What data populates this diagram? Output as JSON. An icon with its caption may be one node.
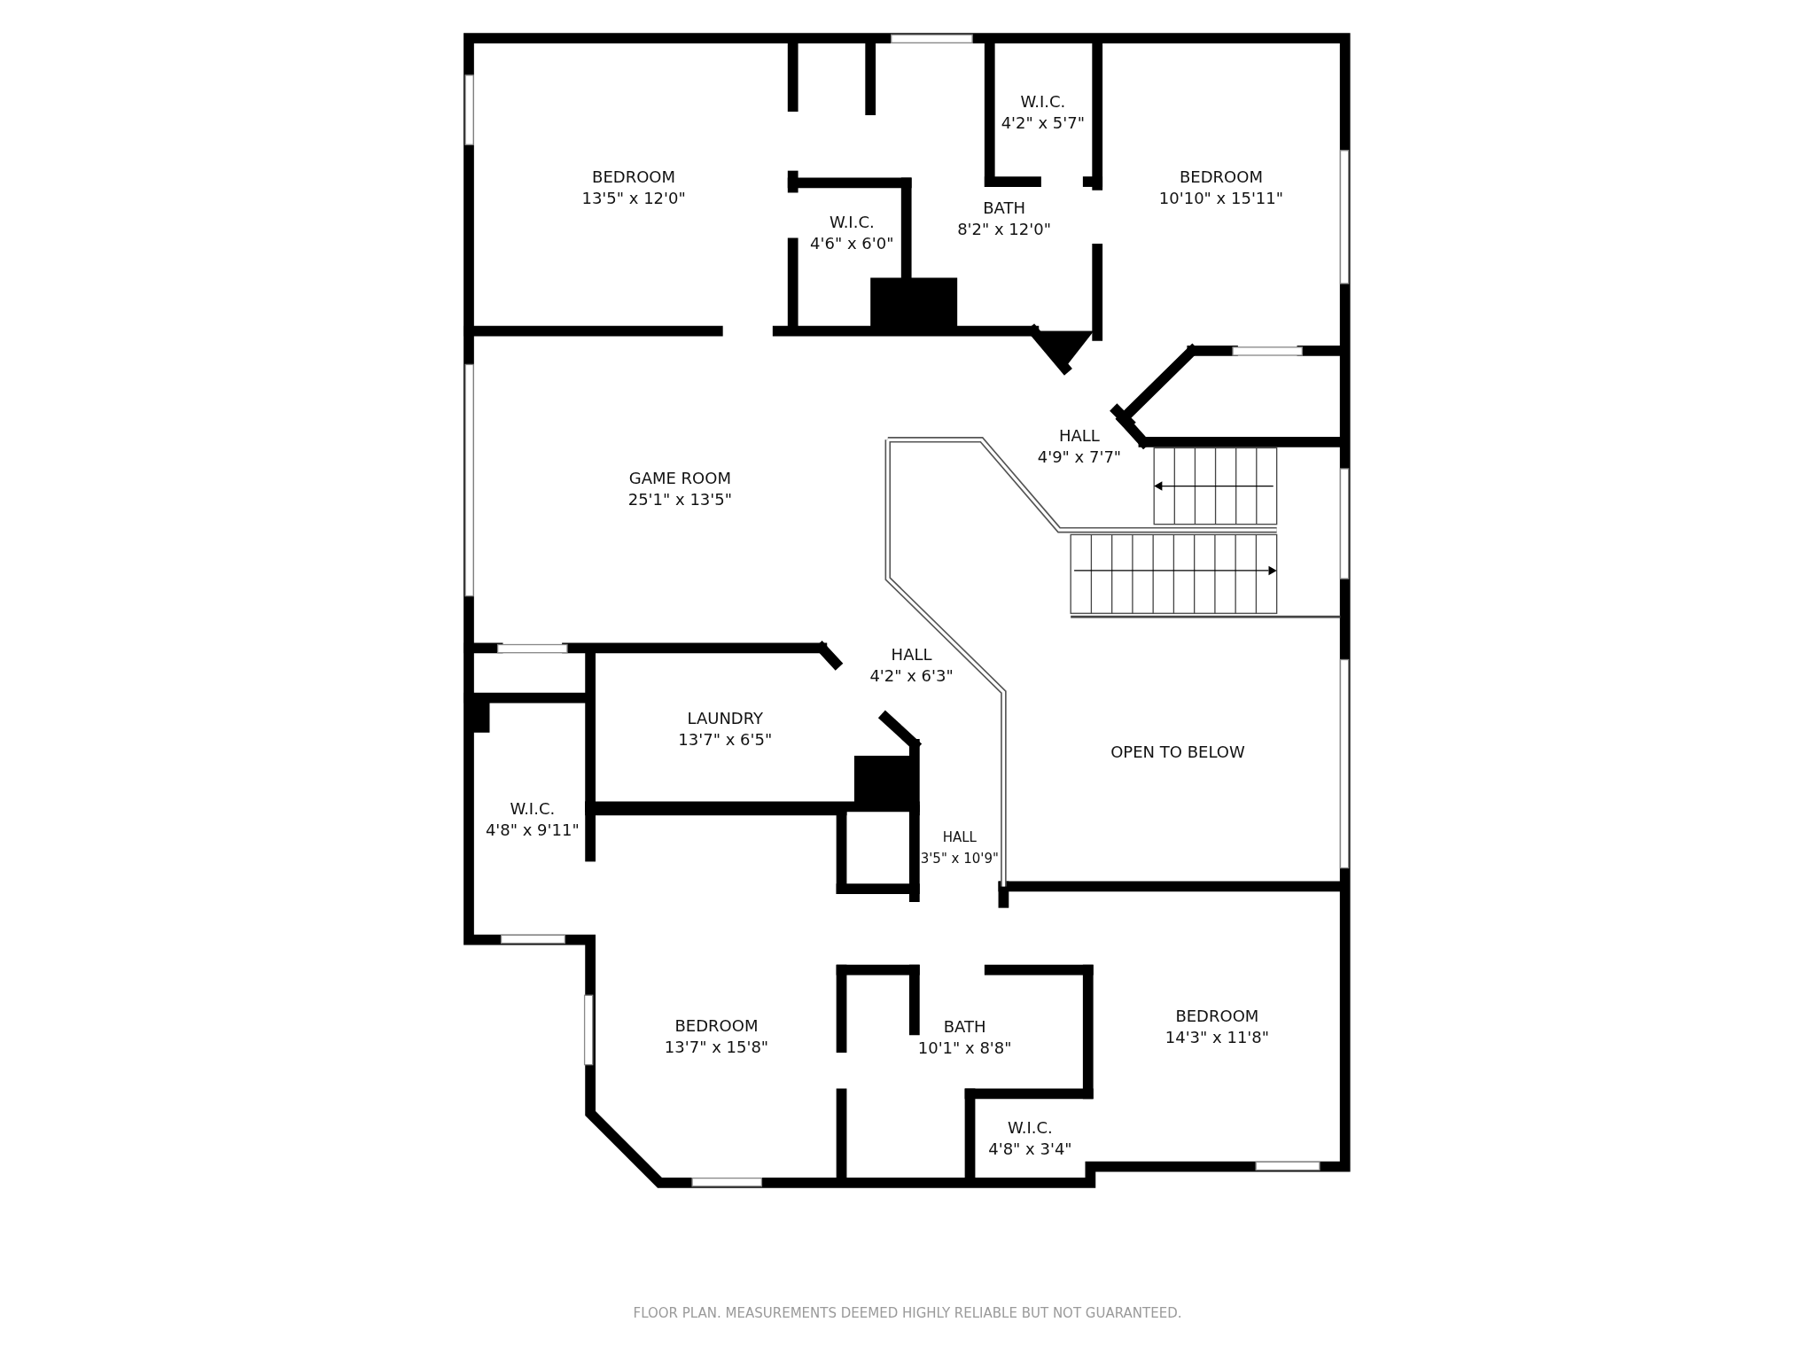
{
  "diagram": {
    "caption": "FLOOR PLAN. MEASUREMENTS DEEMED HIGHLY RELIABLE BUT NOT GUARANTEED.",
    "nodes": [
      {
        "text": [
          "BEDROOM",
          "13'5\" x 12'0\""
        ]
      },
      {
        "text": [
          "W.I.C.",
          "4'6\" x 6'0\""
        ]
      },
      {
        "text": [
          "BATH",
          "8'2\" x 12'0\""
        ]
      },
      {
        "text": [
          "W.I.C.",
          "4'2\" x 5'7\""
        ]
      },
      {
        "text": [
          "BEDROOM",
          "10'10\" x 15'11\""
        ]
      },
      {
        "text": [
          "GAME ROOM",
          "25'1\" x 13'5\""
        ]
      },
      {
        "text": [
          "HALL",
          "4'9\" x 7'7\""
        ]
      },
      {
        "text": [
          "HALL",
          "4'2\" x 6'3\""
        ]
      },
      {
        "text": [
          "LAUNDRY",
          "13'7\" x 6'5\""
        ]
      },
      {
        "text": [
          "OPEN TO BELOW"
        ]
      },
      {
        "text": [
          "W.I.C.",
          "4'8\" x 9'11\""
        ]
      },
      {
        "text": [
          "HALL",
          "3'5\" x 10'9\""
        ]
      },
      {
        "text": [
          "BEDROOM",
          "13'7\" x 15'8\""
        ]
      },
      {
        "text": [
          "BATH",
          "10'1\" x 8'8\""
        ]
      },
      {
        "text": [
          "BEDROOM",
          "14'3\" x 11'8\""
        ]
      },
      {
        "text": [
          "W.I.C.",
          "4'8\" x 3'4\""
        ]
      }
    ]
  }
}
